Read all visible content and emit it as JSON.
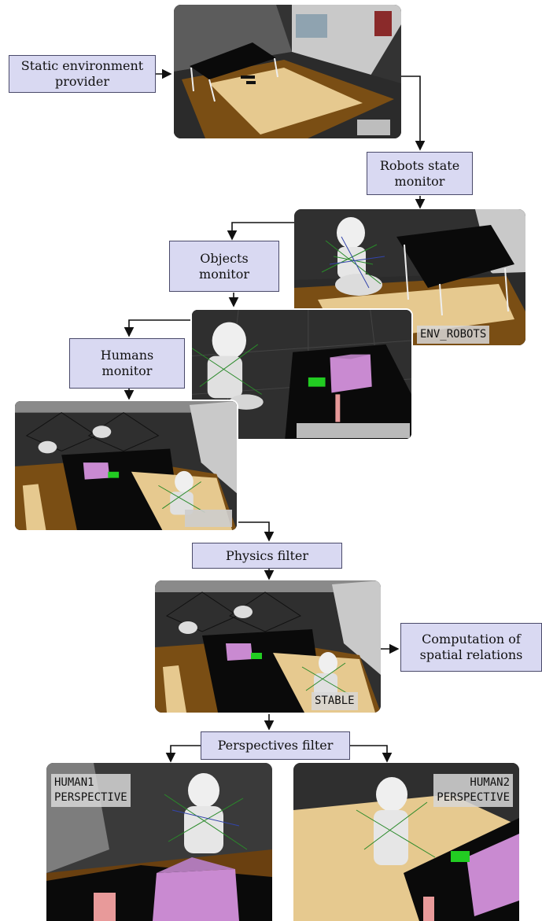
{
  "nodes": {
    "static_env": "Static environment\nprovider",
    "robots_state": "Robots   state\nmonitor",
    "objects_monitor": "Objects\nmonitor",
    "humans_monitor": "Humans\nmonitor",
    "physics_filter": "Physics filter",
    "spatial_relations": "Computation of\nspatial relations",
    "perspectives_filter": "Perspectives filter"
  },
  "overlays": {
    "env_robots": "ENV_ROBOTS",
    "stable": "STABLE",
    "human1": "HUMAN1\nPERSPECTIVE",
    "human2": "HUMAN2\nPERSPECTIVE"
  },
  "colors": {
    "box_fill": "#d9d9f2",
    "box_border": "#4a4a6a",
    "scene_floor": "#2e2e2e",
    "table_top": "#0a0a0a",
    "wood": "#7a4e14",
    "wood_light": "#e6c98f",
    "wall": "#cfcfcf",
    "object_pink": "#c98ad1",
    "robot_white": "#efefef"
  }
}
